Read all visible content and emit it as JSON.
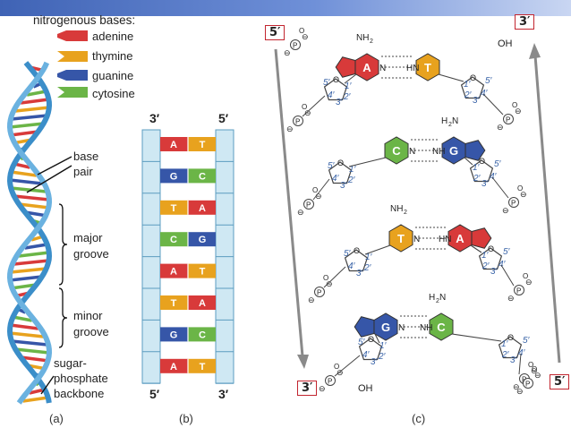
{
  "legend": {
    "title": "nitrogenous bases:",
    "items": [
      {
        "label": "adenine",
        "color": "#d83a3a"
      },
      {
        "label": "thymine",
        "color": "#e8a21e"
      },
      {
        "label": "guanine",
        "color": "#3656a8"
      },
      {
        "label": "cytosine",
        "color": "#6bb547"
      }
    ]
  },
  "panel_a": {
    "caption": "(a)",
    "labels": {
      "base_pair_1": "base",
      "base_pair_2": "pair",
      "major_1": "major",
      "major_2": "groove",
      "minor_1": "minor",
      "minor_2": "groove",
      "backbone_1": "sugar-",
      "backbone_2": "phosphate",
      "backbone_3": "backbone"
    }
  },
  "panel_b": {
    "caption": "(b)",
    "top_left": "3′",
    "top_right": "5′",
    "bottom_left": "5′",
    "bottom_right": "3′",
    "pairs": [
      [
        "A",
        "T"
      ],
      [
        "G",
        "C"
      ],
      [
        "T",
        "A"
      ],
      [
        "C",
        "G"
      ],
      [
        "A",
        "T"
      ],
      [
        "T",
        "A"
      ],
      [
        "G",
        "C"
      ],
      [
        "A",
        "T"
      ]
    ]
  },
  "panel_c": {
    "caption": "(c)",
    "strand_left_top": "5′",
    "strand_left_bottom": "3′",
    "strand_right_top": "3′",
    "strand_right_bottom": "5′",
    "nh2": "NH",
    "sub2": "2",
    "h2n": "H",
    "n2": "N",
    "nh": "NH",
    "hn": "HN",
    "n": "N",
    "o": "O",
    "oh": "OH",
    "p": "P",
    "minus": "⊖",
    "primes": [
      "1′",
      "2′",
      "3′",
      "4′",
      "5′"
    ],
    "pairs": [
      {
        "left": "A",
        "right": "T"
      },
      {
        "left": "C",
        "right": "G"
      },
      {
        "left": "T",
        "right": "A"
      },
      {
        "left": "G",
        "right": "C"
      }
    ]
  }
}
